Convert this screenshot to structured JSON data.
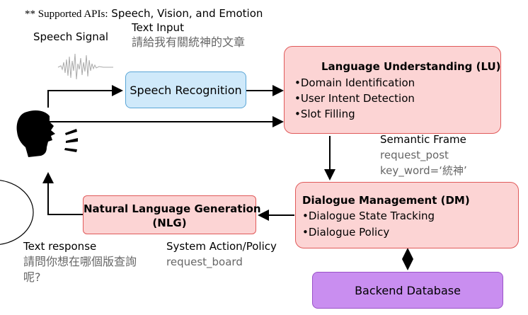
{
  "header": {
    "prefix": "** Supported APIs:",
    "apis": "Speech, Vision, and  Emotion"
  },
  "speech_signal_label": "Speech Signal",
  "text_input": {
    "label": "Text Input",
    "value": "請給我有關統神的文章"
  },
  "speech_recognition": {
    "label": "Speech Recognition"
  },
  "language_understanding": {
    "title": "Language Understanding (LU)",
    "items": [
      "Domain Identification",
      "User Intent Detection",
      "Slot Filling"
    ]
  },
  "semantic_frame": {
    "label": "Semantic Frame",
    "intent": "request_post",
    "slot": "key_word=‘統神’"
  },
  "dialogue_management": {
    "title": "Dialogue Management (DM)",
    "items": [
      "Dialogue State Tracking",
      "Dialogue Policy"
    ]
  },
  "nlg": {
    "title_line1": "Natural Language Generation",
    "title_line2": "(NLG)"
  },
  "system_action": {
    "label": "System Action/Policy",
    "value": "request_board"
  },
  "text_response": {
    "label": "Text response",
    "line1": "請問你想在哪個版查詢",
    "line2": "呢?"
  },
  "backend_database": {
    "label": "Backend Database"
  },
  "bullet": "•",
  "colors": {
    "module_fill": "#fcd4d4",
    "module_border": "#e05a5a",
    "asr_fill": "#cfe9fa",
    "db_fill": "#c98ef0"
  },
  "icons": [
    "waveform-icon",
    "speaking-head-icon"
  ]
}
